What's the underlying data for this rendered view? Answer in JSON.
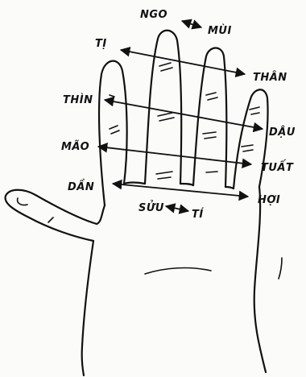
{
  "labels": {
    "ngo": "NGO",
    "mui": "MÙI",
    "ti_top": "TỊ",
    "than": "THÂN",
    "thin": "THÌN",
    "dau": "DẬU",
    "mao": "MÃO",
    "tuat": "TUẤT",
    "dan": "DẦN",
    "hoi": "HỢI",
    "suu": "SỬU",
    "ti_bottom": "TÍ"
  }
}
